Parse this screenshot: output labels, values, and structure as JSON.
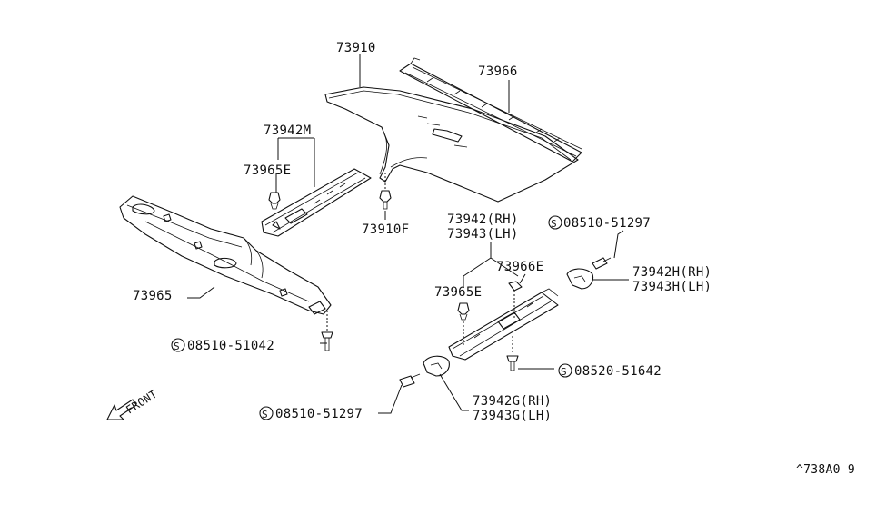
{
  "diagram": {
    "parts": {
      "p73910": "73910",
      "p73966": "73966",
      "p73942m": "73942M",
      "p73965e_left": "73965E",
      "p73910f": "73910F",
      "p73942_rh": "73942(RH)",
      "p73943_lh": "73943(LH)",
      "p08510_51297_top": "08510-51297",
      "p73966e": "73966E",
      "p73942h_rh": "73942H(RH)",
      "p73943h_lh": "73943H(LH)",
      "p73965e_right": "73965E",
      "p73965": "73965",
      "p08510_51042": "08510-51042",
      "p08520_51642": "08520-51642",
      "p08510_51297_bottom": "08510-51297",
      "p73942g_rh": "73942G(RH)",
      "p73943g_lh": "73943G(LH)"
    },
    "screw_symbol": "S",
    "front_label": "FRONT",
    "reference_code": "^738A0 9"
  }
}
